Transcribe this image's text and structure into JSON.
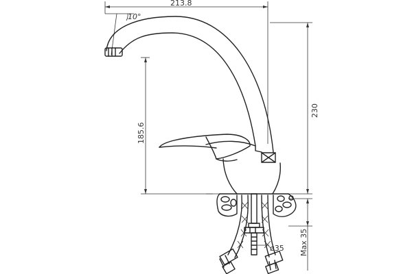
{
  "dimensions": {
    "width": "213.8",
    "height": "230",
    "spout_height": "185.6",
    "angle": "10°",
    "thread": "ø35",
    "max_thickness": "Max 35"
  },
  "colors": {
    "line": "#222222",
    "background": "#ffffff"
  }
}
